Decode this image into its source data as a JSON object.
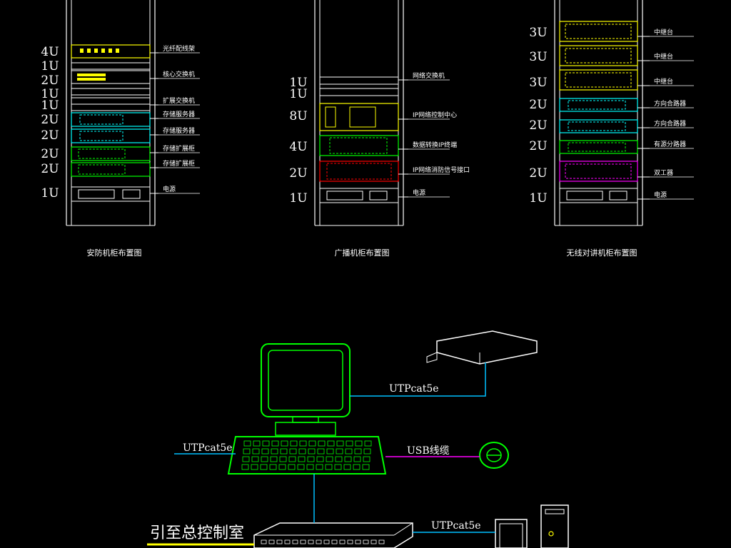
{
  "racks": [
    {
      "caption": "安防机柜布置图",
      "units": [
        "4U",
        "1U",
        "2U",
        "1U",
        "1U",
        "2U",
        "2U",
        "2U",
        "2U",
        "1U"
      ],
      "labels": [
        "光纤配线架",
        "核心交换机",
        "扩展交换机",
        "存储服务器",
        "存储服务器",
        "存储扩展柜",
        "存储扩展柜",
        "电源"
      ]
    },
    {
      "caption": "广播机柜布置图",
      "units": [
        "1U",
        "1U",
        "8U",
        "4U",
        "2U",
        "1U"
      ],
      "labels": [
        "网络交换机",
        "IP网络控制中心",
        "数据转换IP终端",
        "IP网络消防信号接口",
        "电源"
      ]
    },
    {
      "caption": "无线对讲机柜布置图",
      "units": [
        "3U",
        "3U",
        "3U",
        "2U",
        "2U",
        "2U",
        "2U",
        "1U"
      ],
      "labels": [
        "中继台",
        "中继台",
        "中继台",
        "方向合路器",
        "方向合路器",
        "有源分路器",
        "双工器",
        "电源"
      ]
    }
  ],
  "network": {
    "cable_1": "UTPcat5e",
    "cable_2": "UTPcat5e",
    "cable_usb": "USB线缆",
    "cable_3": "UTPcat5e",
    "to_control_room": "引至总控制室"
  },
  "colors": {
    "yellow": "#ffff00",
    "white": "#ffffff",
    "cyan": "#00ffff",
    "green": "#00ff00",
    "red": "#ff0000",
    "magenta": "#ff00ff",
    "blue_line": "#00bfff"
  }
}
